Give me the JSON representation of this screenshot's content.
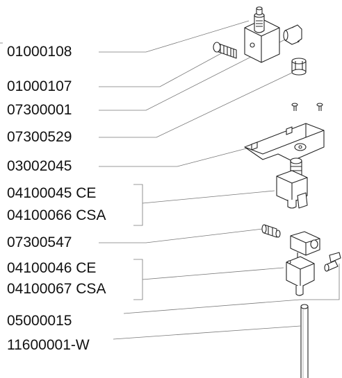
{
  "labels": [
    {
      "id": "p1",
      "text": "01000108"
    },
    {
      "id": "p2",
      "text": "01000107"
    },
    {
      "id": "p3",
      "text": "07300001"
    },
    {
      "id": "p4",
      "text": "07300529"
    },
    {
      "id": "p5",
      "text": "03002045"
    },
    {
      "id": "p6a",
      "text": "04100045 CE"
    },
    {
      "id": "p6b",
      "text": "04100066 CSA"
    },
    {
      "id": "p7",
      "text": "07300547"
    },
    {
      "id": "p8a",
      "text": "04100046 CE"
    },
    {
      "id": "p8b",
      "text": "04100067 CSA"
    },
    {
      "id": "p9",
      "text": "05000015"
    },
    {
      "id": "p10",
      "text": "11600001-W"
    }
  ]
}
